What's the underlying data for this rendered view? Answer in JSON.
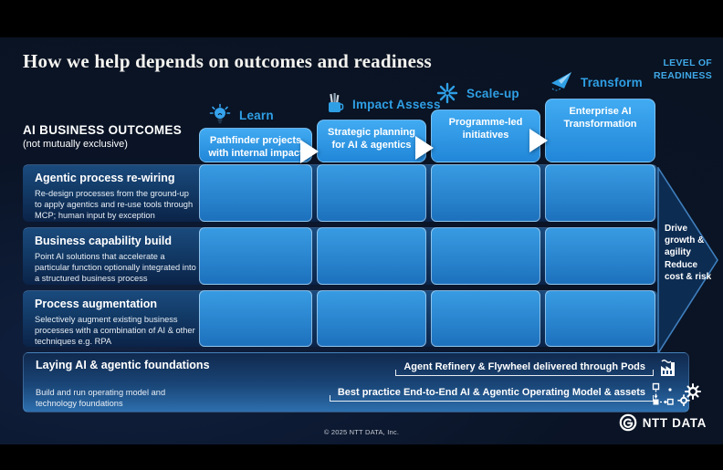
{
  "slide": {
    "title": "How we help depends on outcomes and readiness",
    "level_of_readiness": "LEVEL OF READINESS"
  },
  "outcomes_header": {
    "title": "AI BUSINESS OUTCOMES",
    "subtitle": "(not mutually exclusive)"
  },
  "columns": [
    {
      "label": "Learn",
      "icon": "lightbulb-icon",
      "box": "Pathfinder projects with internal impact"
    },
    {
      "label": "Impact Assess",
      "icon": "pencil-cup-icon",
      "box": "Strategic planning for AI & agentics"
    },
    {
      "label": "Scale-up",
      "icon": "flower-icon",
      "box": "Programme-led initiatives"
    },
    {
      "label": "Transform",
      "icon": "paper-plane-icon",
      "box": "Enterprise AI Transformation"
    }
  ],
  "rows": [
    {
      "title": "Agentic process re-wiring",
      "description": "Re-design processes from the ground-up to apply agentics and re-use tools through MCP; human input by exception"
    },
    {
      "title": "Business capability build",
      "description": "Point AI solutions that accelerate a particular function optionally integrated into a structured business process"
    },
    {
      "title": "Process augmentation",
      "description": "Selectively augment existing business processes with a combination of AI & other techniques e.g. RPA"
    }
  ],
  "readiness_arrow": {
    "text": "Drive growth & agility Reduce cost & risk"
  },
  "foundations": {
    "title": "Laying AI & agentic foundations",
    "description": "Build and run operating model and technology foundations",
    "banners": [
      "Agent Refinery & Flywheel delivered through Pods",
      "Best practice End-to-End AI & Agentic Operating Model & assets"
    ],
    "icons": [
      "factory-icon",
      "workflow-icon",
      "gears-icon"
    ]
  },
  "footer": {
    "copyright": "© 2025 NTT DATA, Inc.",
    "brand": "NTT DATA"
  },
  "colors": {
    "background": "#0a1426",
    "accent_blue": "#2f9fe5",
    "cell_blue": "#2e8fd9",
    "panel_navy": "#123a66",
    "readiness_label": "#3fa9e8",
    "text": "#ffffff"
  }
}
